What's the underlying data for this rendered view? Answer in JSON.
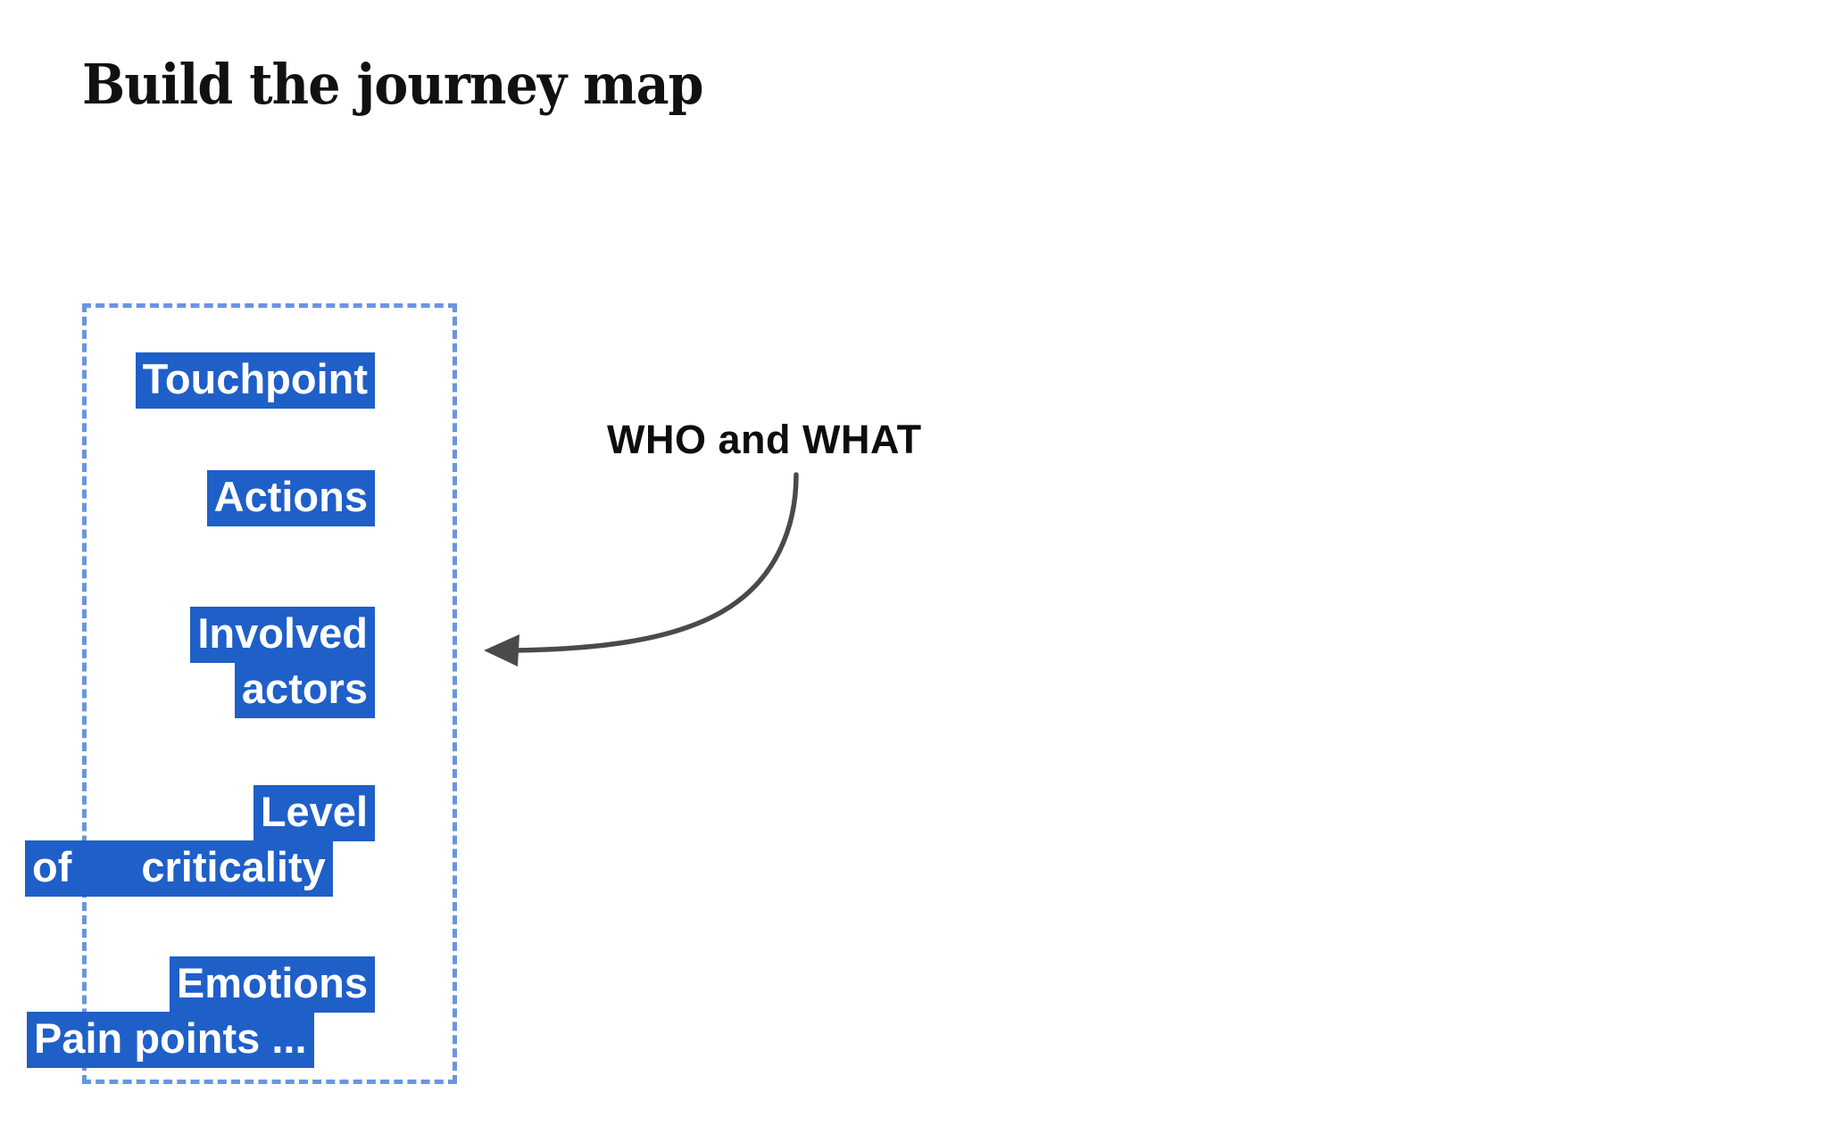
{
  "slide": {
    "title": "Build the journey map",
    "background_color": "#ffffff"
  },
  "colors": {
    "highlight_blue": "#1f5fc8",
    "dashed_border_blue": "#6a95e0",
    "arrow_gray": "#4a4a4a",
    "text_black": "#111111",
    "highlight_text": "#ffffff"
  },
  "journey_box": {
    "name": "journey-map-column",
    "border_style": "dashed",
    "items": [
      {
        "id": "touchpoint",
        "lines": [
          "Touchpoint"
        ]
      },
      {
        "id": "actions",
        "lines": [
          "Actions"
        ]
      },
      {
        "id": "involved-actors",
        "lines": [
          "Involved",
          "actors"
        ]
      },
      {
        "id": "level-of-criticality",
        "lines": [
          "Level",
          "of",
          "criticality"
        ]
      },
      {
        "id": "emotions-pain-points",
        "lines": [
          "Emotions",
          "Pain points ..."
        ]
      }
    ],
    "labels": {
      "touchpoint": "Touchpoint",
      "actions": "Actions",
      "involved": "Involved",
      "actors": "actors",
      "level": "Level",
      "of": "of",
      "criticality": "criticality",
      "emotions": "Emotions",
      "pain_points": "Pain points ..."
    }
  },
  "callout": {
    "label": "WHO and WHAT",
    "arrow": {
      "name": "curved-arrow-icon",
      "direction": "points-left",
      "color": "#4a4a4a"
    }
  }
}
